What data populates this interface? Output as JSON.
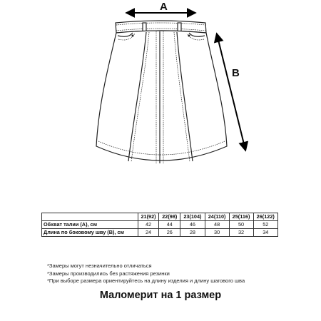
{
  "diagram": {
    "label_a": "A",
    "label_b": "B"
  },
  "size_table": {
    "headers": [
      "",
      "21(92)",
      "22(98)",
      "23(104)",
      "24(110)",
      "25(116)",
      "26(122)"
    ],
    "rows": [
      {
        "label": "Обхват талии (А), см",
        "values": [
          "42",
          "44",
          "46",
          "48",
          "50",
          "52"
        ]
      },
      {
        "label": "Длина по боковому шву (В), см",
        "values": [
          "24",
          "26",
          "28",
          "30",
          "32",
          "34"
        ]
      }
    ]
  },
  "notes": [
    "*Замеры могут незначительно отличаться",
    "*Замеры производились без растяжения резинки",
    "*При выборе размера ориентируйтесь на длину изделия и длину шагового шва"
  ],
  "footer": "Маломерит на 1 размер"
}
